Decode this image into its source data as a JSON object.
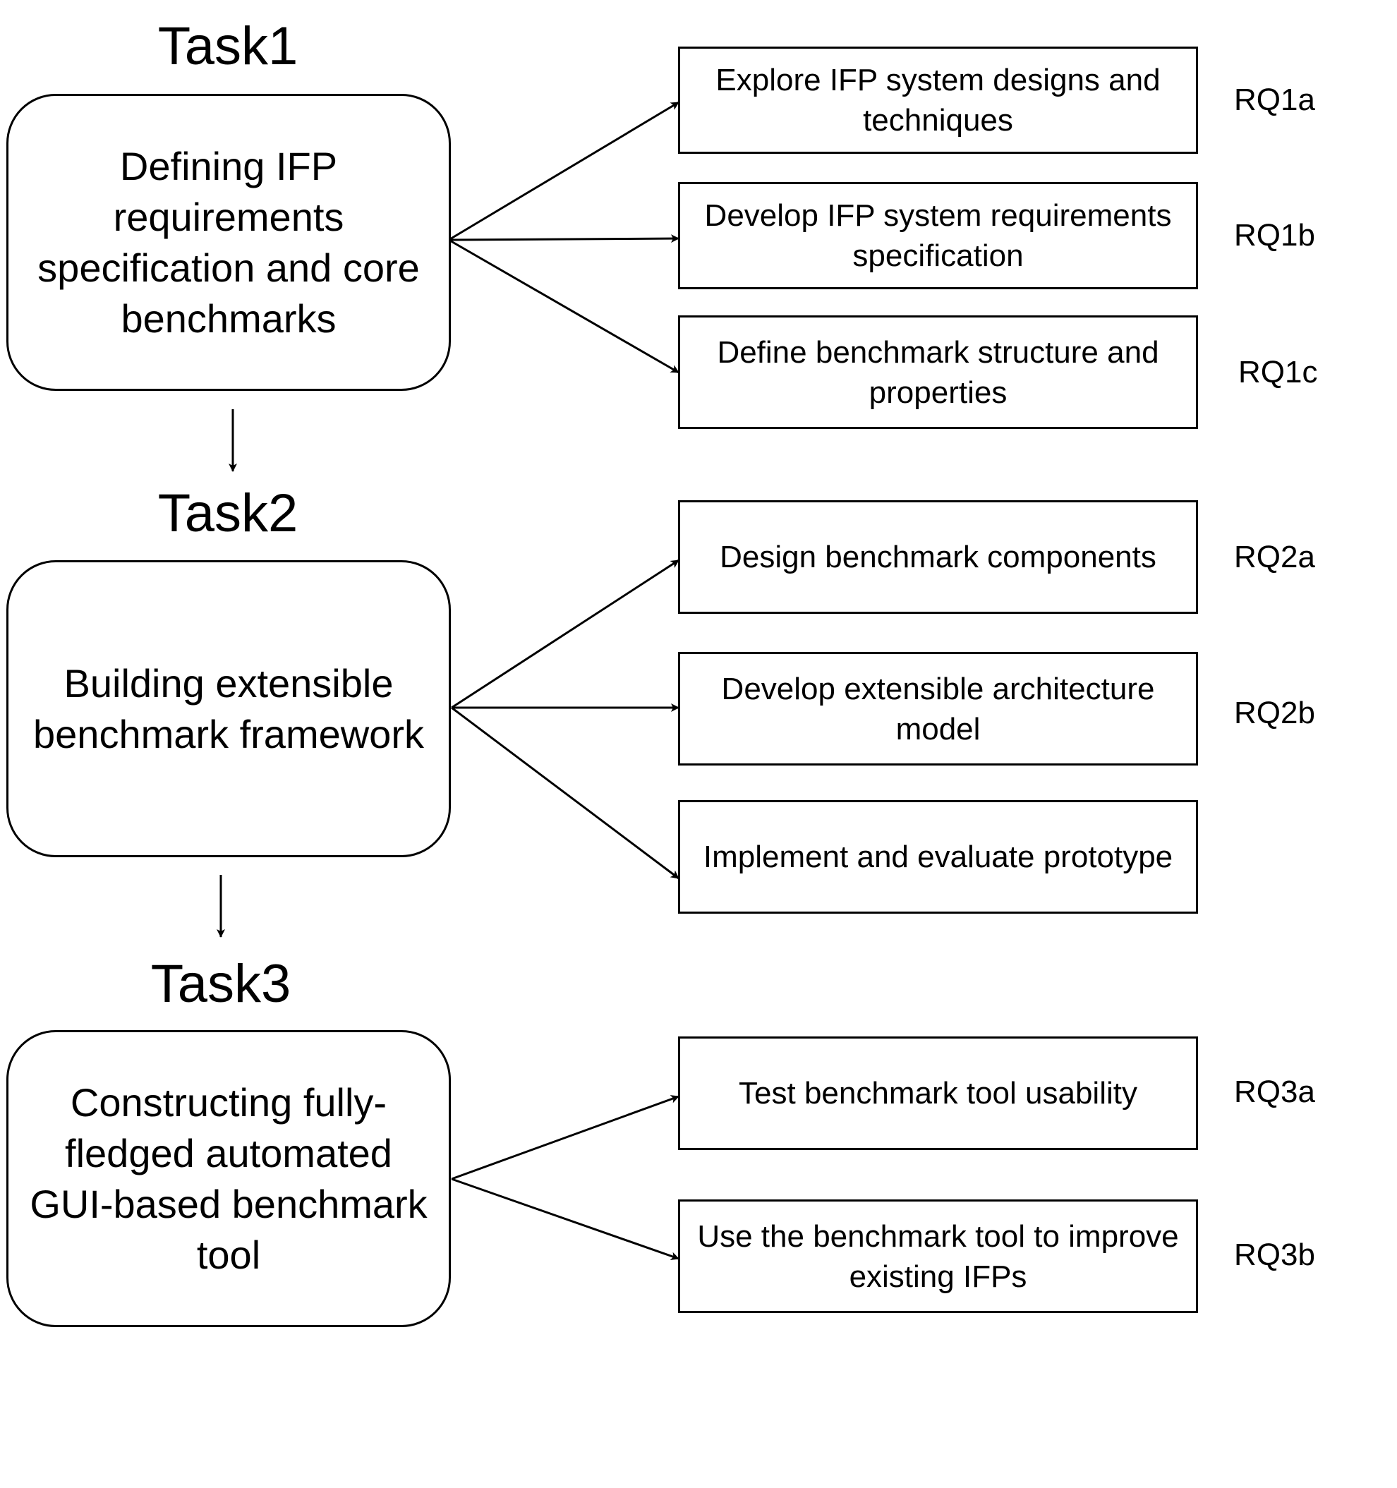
{
  "tasks": [
    {
      "title": "Task1",
      "description": "Defining IFP requirements specification and core benchmarks",
      "steps": [
        {
          "text": "Explore IFP system designs and techniques",
          "rq": "RQ1a"
        },
        {
          "text": "Develop IFP system requirements specification",
          "rq": "RQ1b"
        },
        {
          "text": "Define benchmark structure and properties",
          "rq": "RQ1c"
        }
      ]
    },
    {
      "title": "Task2",
      "description": "Building extensible benchmark framework",
      "steps": [
        {
          "text": "Design benchmark components",
          "rq": "RQ2a"
        },
        {
          "text": "Develop extensible architecture model",
          "rq": "RQ2b"
        },
        {
          "text": "Implement and evaluate prototype",
          "rq": ""
        }
      ]
    },
    {
      "title": "Task3",
      "description": "Constructing fully-fledged automated GUI-based benchmark tool",
      "steps": [
        {
          "text": "Test benchmark tool usability",
          "rq": "RQ3a"
        },
        {
          "text": "Use the benchmark tool to improve existing IFPs",
          "rq": "RQ3b"
        }
      ]
    }
  ],
  "colors": {
    "line": "#000000",
    "background": "#ffffff"
  }
}
